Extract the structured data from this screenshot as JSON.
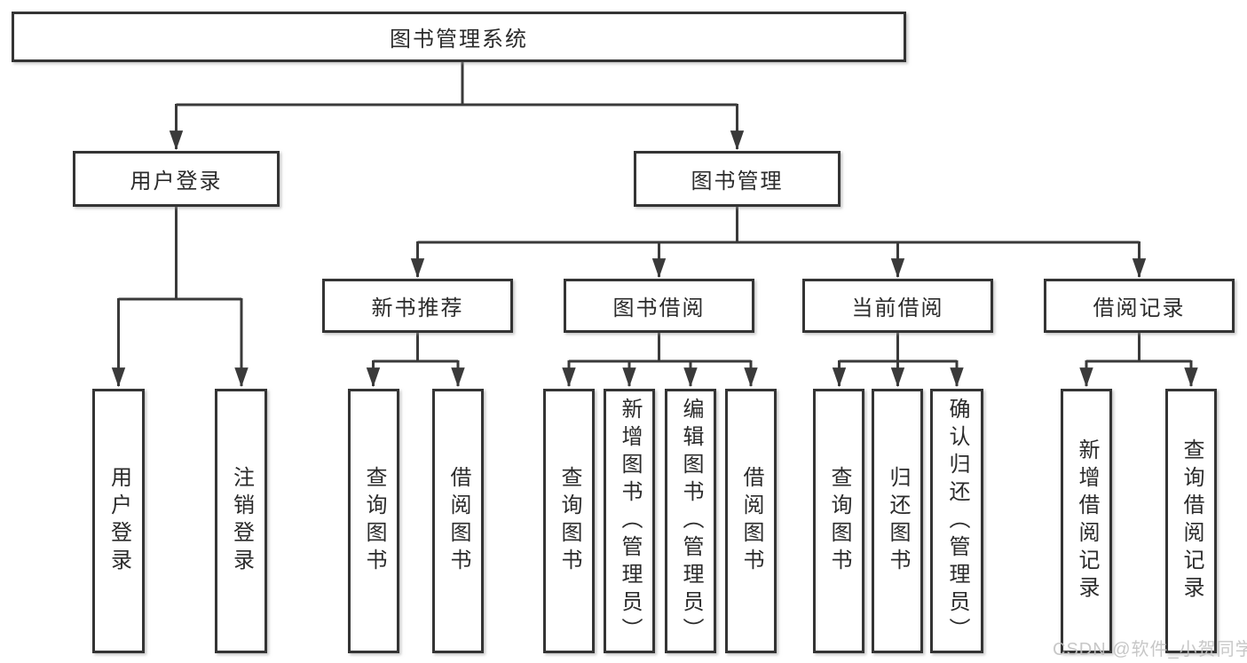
{
  "colors": {
    "background": "#ffffff",
    "box_fill": "#ffffff",
    "border": "#343434",
    "line": "#3a3a3a",
    "text": "#2b2b2b",
    "watermark": "#c2c2c2"
  },
  "watermark": {
    "text": "CSDN @软件_小贺同学"
  },
  "tree": {
    "label": "图书管理系统",
    "children": [
      {
        "label": "用户登录",
        "children": [
          {
            "label": "用户登录"
          },
          {
            "label": "注销登录"
          }
        ]
      },
      {
        "label": "图书管理",
        "children": [
          {
            "label": "新书推荐",
            "children": [
              {
                "label": "查询图书"
              },
              {
                "label": "借阅图书"
              }
            ]
          },
          {
            "label": "图书借阅",
            "children": [
              {
                "label": "查询图书"
              },
              {
                "label": "新增图书（管理员）"
              },
              {
                "label": "编辑图书（管理员）"
              },
              {
                "label": "借阅图书"
              }
            ]
          },
          {
            "label": "当前借阅",
            "children": [
              {
                "label": "查询图书"
              },
              {
                "label": "归还图书"
              },
              {
                "label": "确认归还（管理员）"
              }
            ]
          },
          {
            "label": "借阅记录",
            "children": [
              {
                "label": "新增借阅记录"
              },
              {
                "label": "查询借阅记录"
              }
            ]
          }
        ]
      }
    ]
  }
}
